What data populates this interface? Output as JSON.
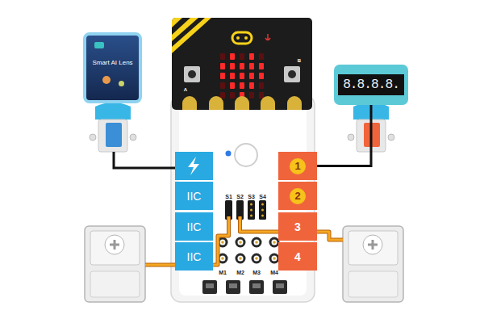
{
  "diagram": {
    "nodes": [
      {
        "text": [
          "Smart AI Lens"
        ]
      },
      {
        "text": [
          "IIC"
        ]
      },
      {
        "text": [
          "IIC"
        ]
      },
      {
        "text": [
          "IIC"
        ]
      },
      {
        "text": [
          "1"
        ]
      },
      {
        "text": [
          "2"
        ]
      },
      {
        "text": [
          "3"
        ]
      },
      {
        "text": [
          "4"
        ]
      },
      {
        "text": [
          "8.8.8.8."
        ]
      }
    ],
    "edges": [
      {
        "from": 4,
        "to": 8,
        "arrow": "none"
      }
    ],
    "labels": [
      "S1",
      "S2",
      "S3",
      "S4",
      "M1",
      "M2",
      "M3",
      "M4",
      "A",
      "B"
    ]
  }
}
